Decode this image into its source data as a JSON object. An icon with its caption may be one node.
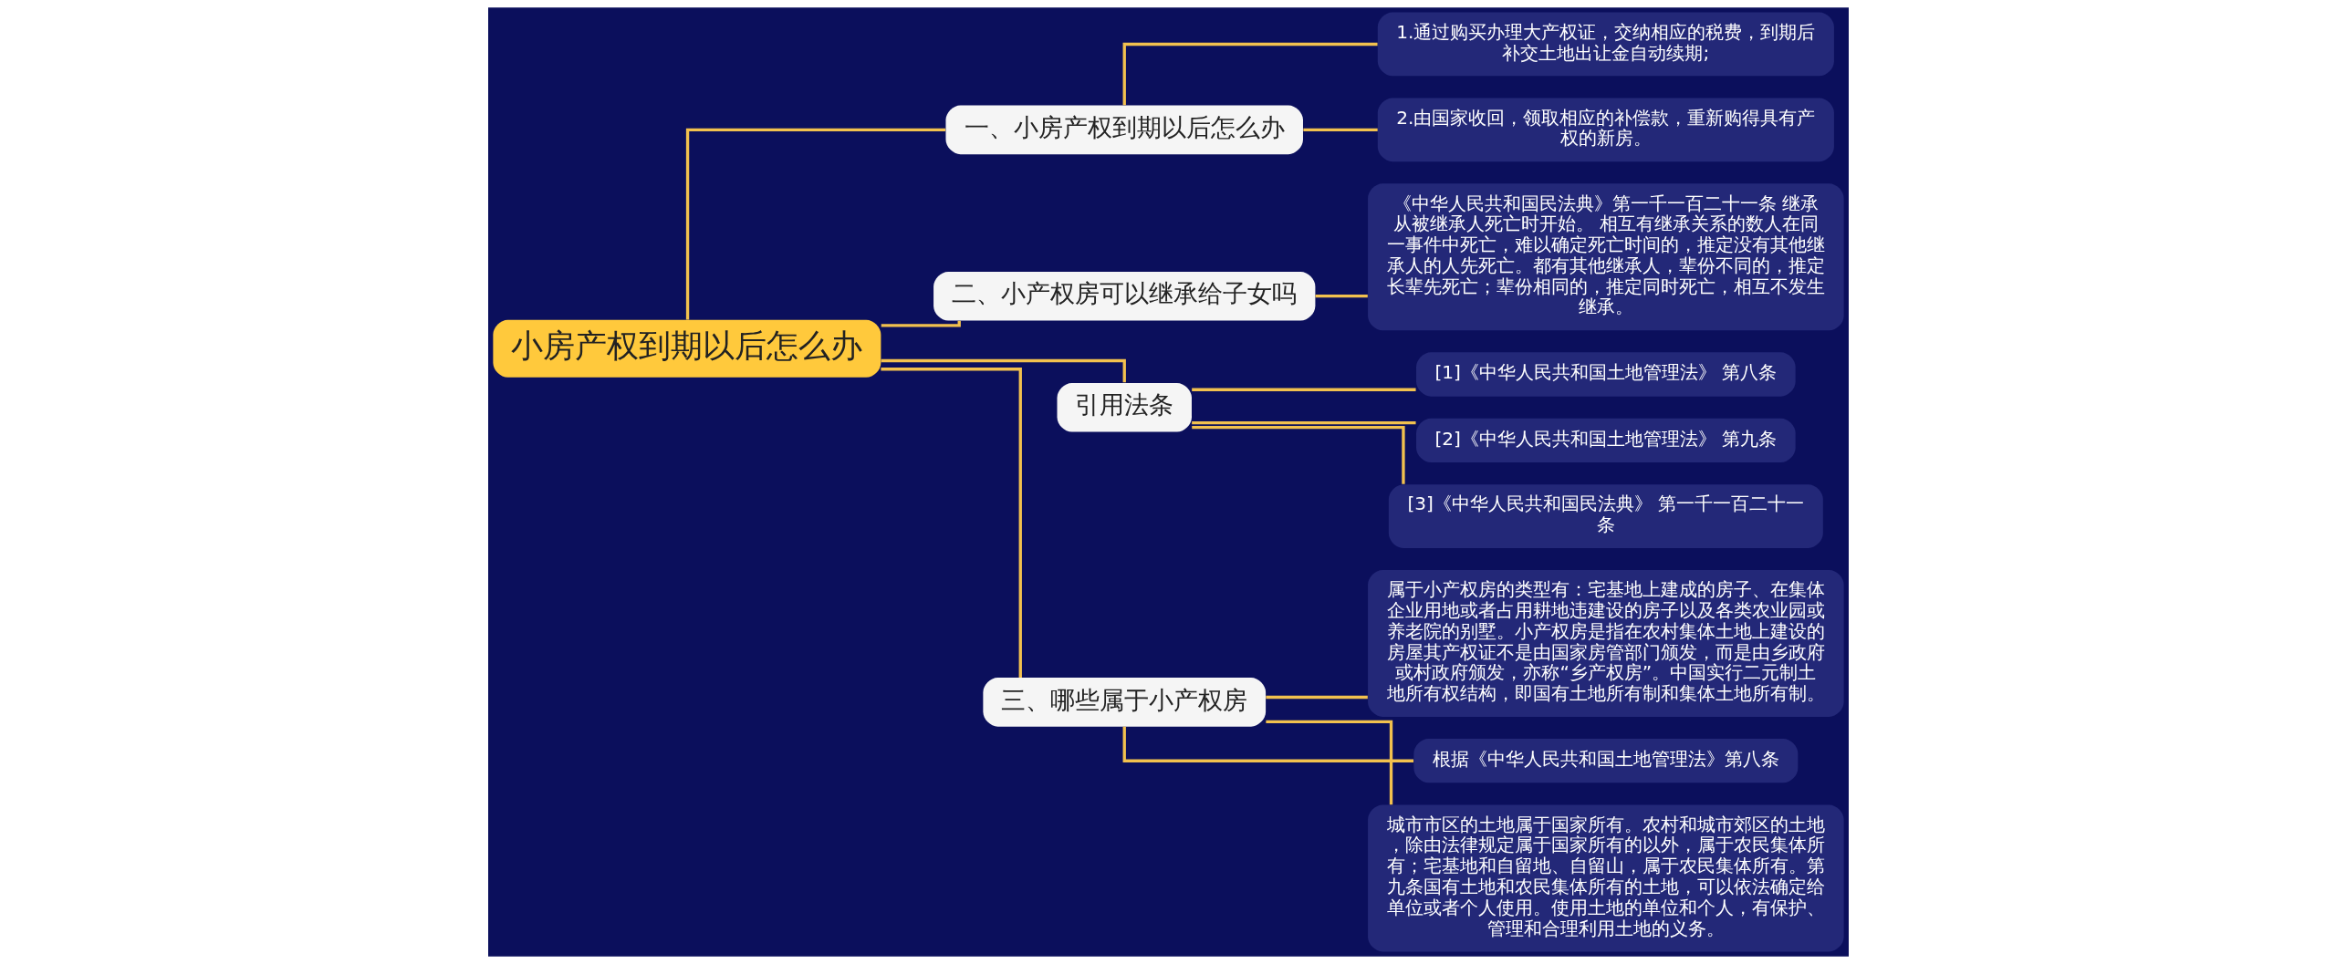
{
  "diagram": {
    "nodes": [
      {
        "text": [
          "小房产权到期以后怎么办"
        ]
      },
      {
        "text": [
          "一、小房产权到期以后怎么办"
        ]
      },
      {
        "text": [
          "1.通过购买办理大产权证，交纳相应的税费，到期后补交土地出让金自动续期;"
        ]
      },
      {
        "text": [
          "2.由国家收回，领取相应的补偿款，重新购得具有产权的新房。"
        ]
      },
      {
        "text": [
          "二、小产权房可以继承给子女吗"
        ]
      },
      {
        "text": [
          "《中华人民共和国民法典》第一千一百二十一条 继承从被继承人死亡时开始。 相互有继承关系的数人在同一事件中死亡，难以确定死亡时间的，推定没有其他继承人的人先死亡。都有其他继承人，辈份不同的，推定长辈先死亡；辈份相同的，推定同时死亡，相互不发生继承。"
        ]
      },
      {
        "text": [
          "引用法条"
        ]
      },
      {
        "text": [
          "[1]《中华人民共和国土地管理法》 第八条"
        ]
      },
      {
        "text": [
          "[2]《中华人民共和国土地管理法》 第九条"
        ]
      },
      {
        "text": [
          "[3]《中华人民共和国民法典》 第一千一百二十一条"
        ]
      },
      {
        "text": [
          "三、哪些属于小产权房"
        ]
      },
      {
        "text": [
          "属于小产权房的类型有：宅基地上建成的房子、在集体企业用地或者占用耕地违建设的房子以及各类农业园或养老院的别墅。小产权房是指在农村集体土地上建设的房屋其产权证不是由国家房管部门颁发，而是由乡政府或村政府颁发，亦称“乡产权房”。中国实行二元制土地所有权结构，即国有土地所有制和集体土地所有制。"
        ]
      },
      {
        "text": [
          "根据《中华人民共和国土地管理法》第八条"
        ]
      },
      {
        "text": [
          "城市市区的土地属于国家所有。农村和城市郊区的土地，除由法律规定属于国家所有的以外，属于农民集体所有；宅基地和自留地、自留山，属于农民集体所有。第九条国有土地和农民集体所有的土地，可以依法确定给单位或者个人使用。使用土地的单位和个人，有保护、管理和合理利用土地的义务。"
        ]
      }
    ],
    "edges": [
      {
        "from": 0,
        "to": 1,
        "arrow": "none"
      },
      {
        "from": 1,
        "to": 2,
        "arrow": "none"
      },
      {
        "from": 1,
        "to": 3,
        "arrow": "none"
      },
      {
        "from": 0,
        "to": 4,
        "arrow": "none"
      },
      {
        "from": 4,
        "to": 5,
        "arrow": "none"
      },
      {
        "from": 0,
        "to": 6,
        "arrow": "none"
      },
      {
        "from": 6,
        "to": 7,
        "arrow": "none"
      },
      {
        "from": 6,
        "to": 8,
        "arrow": "none"
      },
      {
        "from": 6,
        "to": 9,
        "arrow": "none"
      },
      {
        "from": 0,
        "to": 10,
        "arrow": "none"
      },
      {
        "from": 10,
        "to": 11,
        "arrow": "none"
      },
      {
        "from": 10,
        "to": 12,
        "arrow": "none"
      },
      {
        "from": 10,
        "to": 13,
        "arrow": "none"
      }
    ]
  }
}
